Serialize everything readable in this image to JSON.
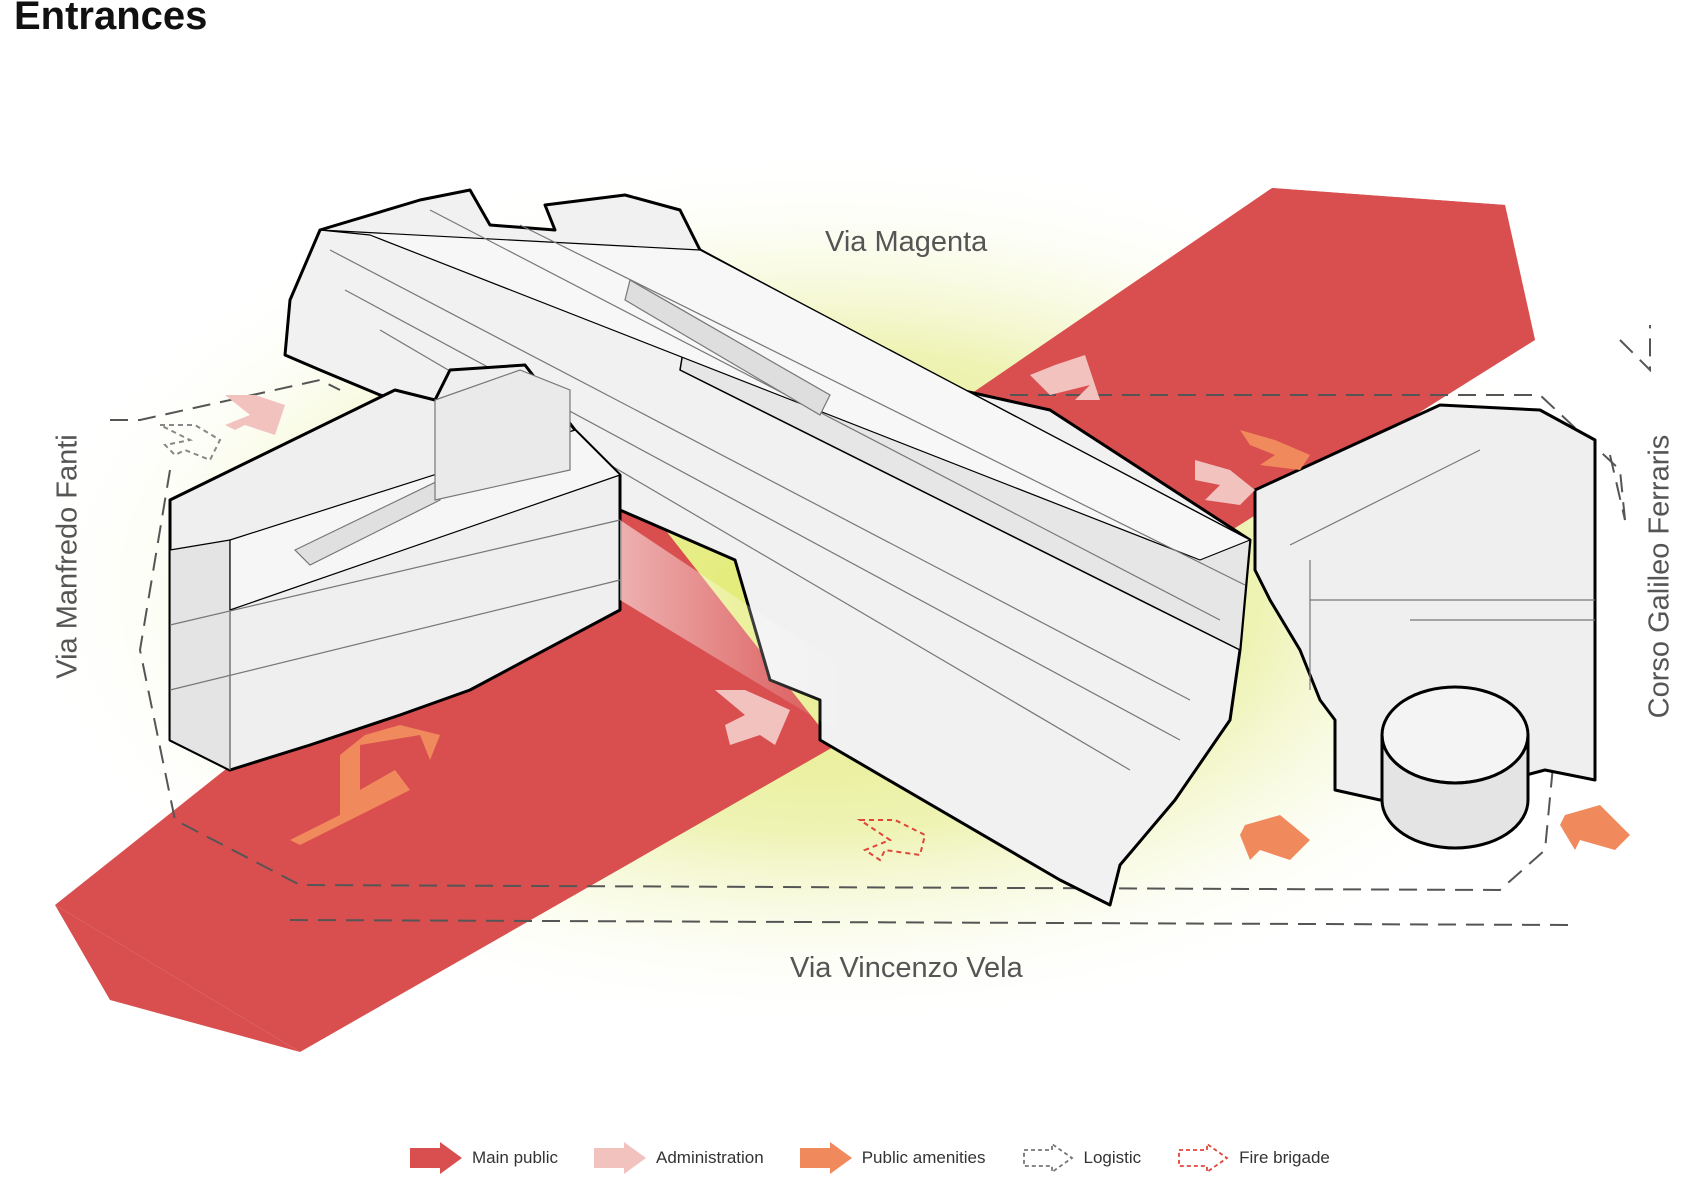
{
  "title": "Entrances",
  "streets": {
    "north": "Via Magenta",
    "south": "Via Vincenzo Vela",
    "west": "Via Manfredo Fanti",
    "east": "Corso Galileo Ferraris"
  },
  "legend": [
    {
      "label": "Main public",
      "icon": "solid-arrow-icon",
      "color": "#d94f4f"
    },
    {
      "label": "Administration",
      "icon": "light-arrow-icon",
      "color": "#f2c2bf"
    },
    {
      "label": "Public amenities",
      "icon": "orange-arrow-icon",
      "color": "#f08a5d"
    },
    {
      "label": "Logistic",
      "icon": "dashed-grey-arrow-icon",
      "color": "#777777"
    },
    {
      "label": "Fire brigade",
      "icon": "dashed-red-arrow-icon",
      "color": "#e0463a"
    }
  ],
  "colors": {
    "main_public": "#d94f4f",
    "administration": "#f2c2bf",
    "public_amenities": "#f08a5d",
    "ground_glow": "#e6ec8a",
    "building": "#ececec"
  }
}
